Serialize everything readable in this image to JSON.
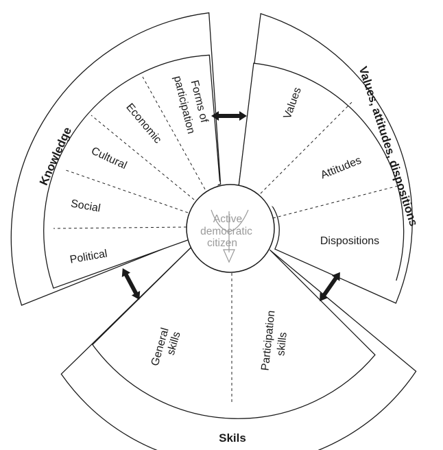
{
  "center": {
    "lines": [
      "Active",
      "democratic",
      "citizen"
    ]
  },
  "knowledge": {
    "title": "Knowledge",
    "items": [
      "Political",
      "Social",
      "Cultural",
      "Economic",
      "Forms of participation"
    ],
    "forms_lines": [
      "Forms of",
      "participation"
    ]
  },
  "values": {
    "title": "Values, attitudes, dispositions",
    "items": [
      "Values",
      "Attitudes",
      "Dispositions"
    ]
  },
  "skills": {
    "title": "Skils",
    "items": [
      "General skills",
      "Participation skills"
    ],
    "general_lines": [
      "General",
      "skills"
    ],
    "participation_lines": [
      "Participation",
      "skills"
    ]
  },
  "icons": [
    "double-arrow-icon",
    "trident-icon"
  ]
}
